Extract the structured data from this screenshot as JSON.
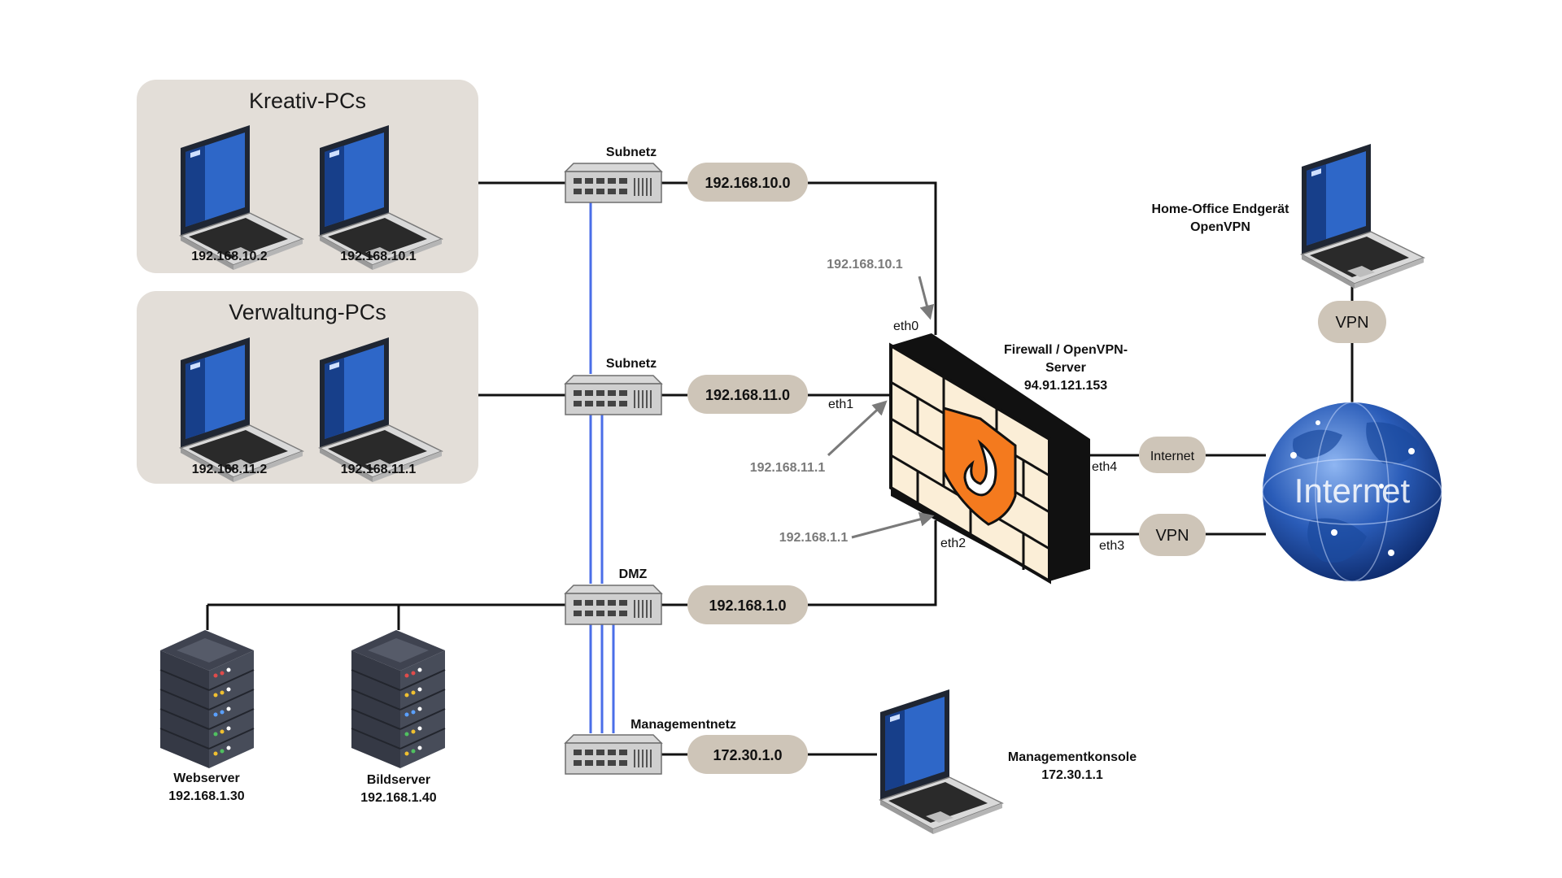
{
  "groups": {
    "kreativ": {
      "title": "Kreativ-PCs",
      "pc1_ip": "192.168.10.2",
      "pc2_ip": "192.168.10.1"
    },
    "verwaltung": {
      "title": "Verwaltung-PCs",
      "pc1_ip": "192.168.11.2",
      "pc2_ip": "192.168.11.1"
    }
  },
  "switches": {
    "s1": {
      "label": "Subnetz",
      "network": "192.168.10.0"
    },
    "s2": {
      "label": "Subnetz",
      "network": "192.168.11.0"
    },
    "s3": {
      "label": "DMZ",
      "network": "192.168.1.0"
    },
    "s4": {
      "label": "Managementnetz",
      "network": "172.30.1.0"
    }
  },
  "servers": {
    "web": {
      "name": "Webserver",
      "ip": "192.168.1.30"
    },
    "bild": {
      "name": "Bildserver",
      "ip": "192.168.1.40"
    }
  },
  "firewall": {
    "line1": "Firewall / OpenVPN-",
    "line2": "Server",
    "ip": "94.91.121.153",
    "eth0": "eth0",
    "eth1": "eth1",
    "eth2": "eth2",
    "eth3": "eth3",
    "eth4": "eth4",
    "gw_eth0": "192.168.10.1",
    "gw_eth1": "192.168.11.1",
    "gw_eth2": "192.168.1.1"
  },
  "homeoffice": {
    "line1": "Home-Office Endgerät",
    "line2": "OpenVPN",
    "vpn": "VPN"
  },
  "internet": {
    "label": "Internet",
    "link_internet": "Internet",
    "link_vpn": "VPN"
  },
  "management": {
    "name": "Managementkonsole",
    "ip": "172.30.1.1"
  },
  "colors": {
    "pill": "#cec5b8",
    "group_bg": "#e3ded8",
    "trunk": "#4a6ee8",
    "firewall_orange": "#f47a1e",
    "brick": "#fbeed7"
  }
}
